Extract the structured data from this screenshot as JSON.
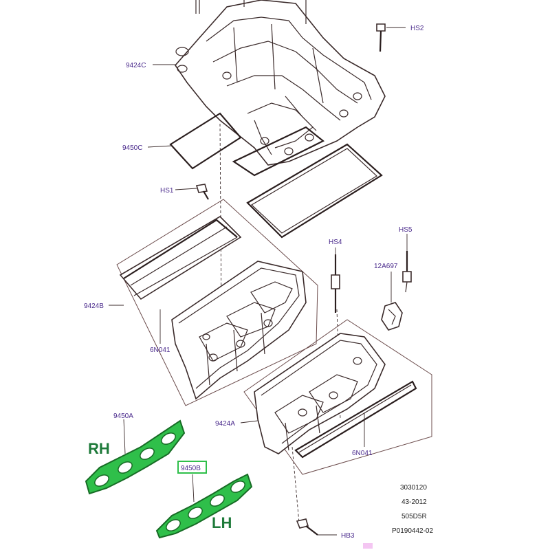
{
  "callouts": {
    "hs2": "HS2",
    "c9424c": "9424C",
    "c9450c": "9450C",
    "hs1": "HS1",
    "hs4": "HS4",
    "hs5": "HS5",
    "c12a697": "12A697",
    "c9424b": "9424B",
    "c6n041_upper": "6N041",
    "c9424a": "9424A",
    "c6n041_lower": "6N041",
    "c9450a": "9450A",
    "c9450b": "9450B",
    "hb3": "HB3"
  },
  "side_labels": {
    "rh": "RH",
    "lh": "LH"
  },
  "catalog_codes": [
    "3030120",
    "43-2012",
    "505D5R",
    "P0190442-02"
  ],
  "colors": {
    "gasket": "#2fbf4a",
    "callout_text": "#4a2a8c",
    "highlight_box": "#2fbf4a"
  }
}
